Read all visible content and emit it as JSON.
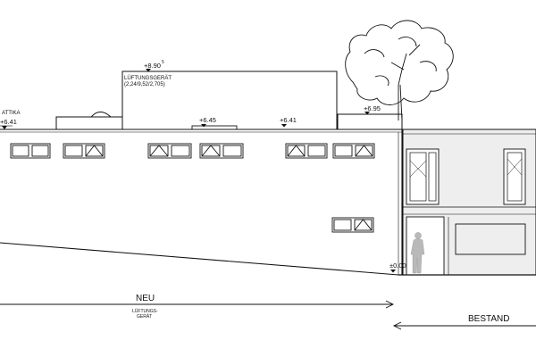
{
  "elevation": {
    "levels": {
      "attika_label": "ATTIKA",
      "attika_left": "+6.41",
      "top": "+8.90",
      "top_sup": "5",
      "mid_a": "+6.45",
      "mid_b": "+6.41",
      "right_block": "+6.95",
      "ground": "±0.00"
    },
    "equipment_label": "LÜFTUNGSGERÄT",
    "equipment_dims": "(2,24/9,52/2,705)",
    "neu_label": "NEU",
    "neu_sub_1": "LÜFTUNGS-",
    "neu_sub_2": "GERÄT",
    "bestand_label": "BESTAND"
  }
}
